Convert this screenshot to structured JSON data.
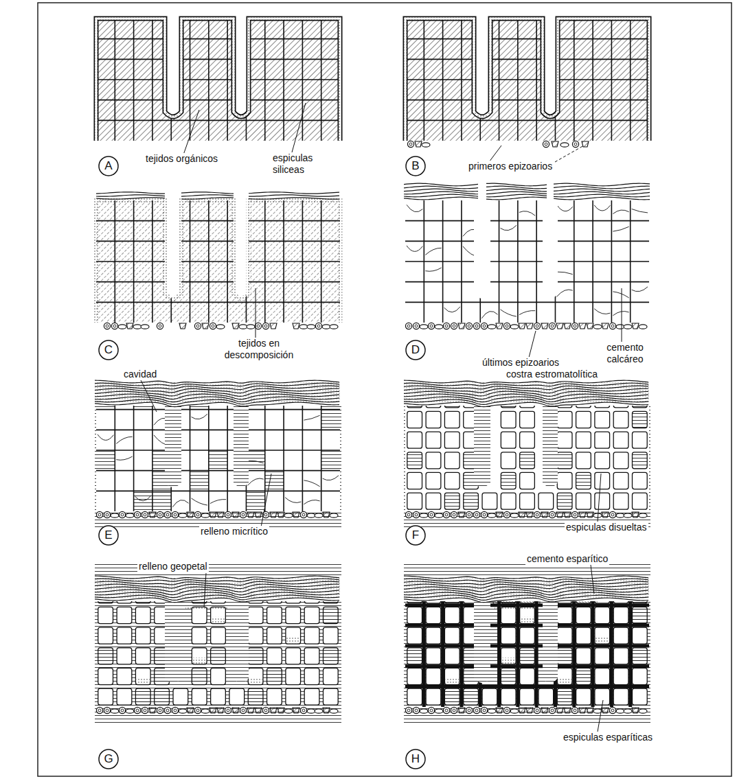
{
  "diagram": {
    "nodes": [
      {
        "text": [
          "A"
        ]
      },
      {
        "text": [
          "B"
        ]
      },
      {
        "text": [
          "C"
        ]
      },
      {
        "text": [
          "D"
        ]
      },
      {
        "text": [
          "E"
        ]
      },
      {
        "text": [
          "F"
        ]
      },
      {
        "text": [
          "G"
        ]
      },
      {
        "text": [
          "H"
        ]
      }
    ],
    "labels": [
      "tejidos orgánicos",
      "espiculas siliceas",
      "primeros epizoarios",
      "tejidos en descomposición",
      "últimos epizoarios",
      "cemento calcáreo",
      "cavidad",
      "relleno micrítico",
      "costra estromatolítica",
      "espiculas disueltas",
      "relleno geopetal",
      "cemento esparítico",
      "espiculas esparíticas"
    ]
  }
}
